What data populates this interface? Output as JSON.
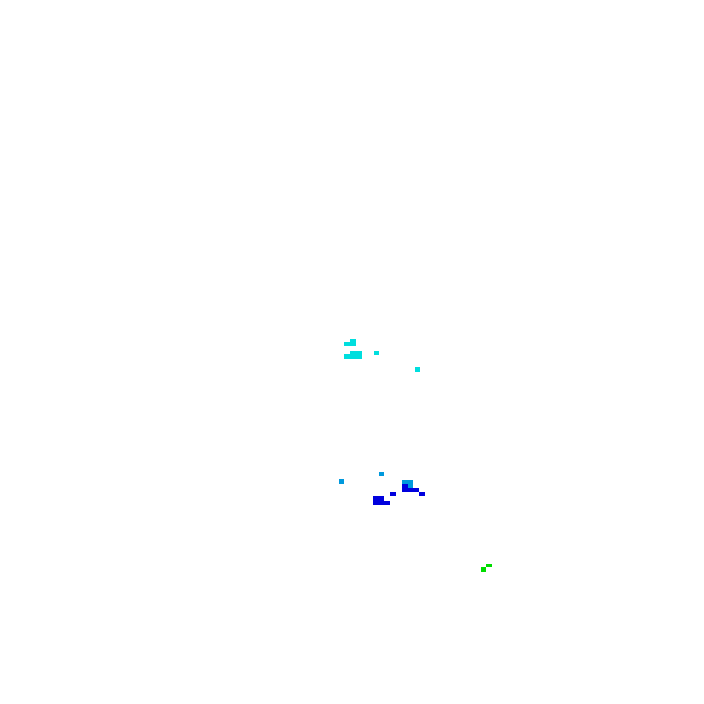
{
  "image": {
    "background_color": "#ffffff",
    "description_level": "sparse",
    "clusters": [
      {
        "id": "cyan-cluster",
        "color": "#00dede"
      },
      {
        "id": "blue-cluster",
        "color": "#0000de"
      },
      {
        "id": "light-blue-pixels",
        "color": "#0099dd"
      },
      {
        "id": "green-pixels",
        "color": "#00dd00"
      }
    ]
  }
}
